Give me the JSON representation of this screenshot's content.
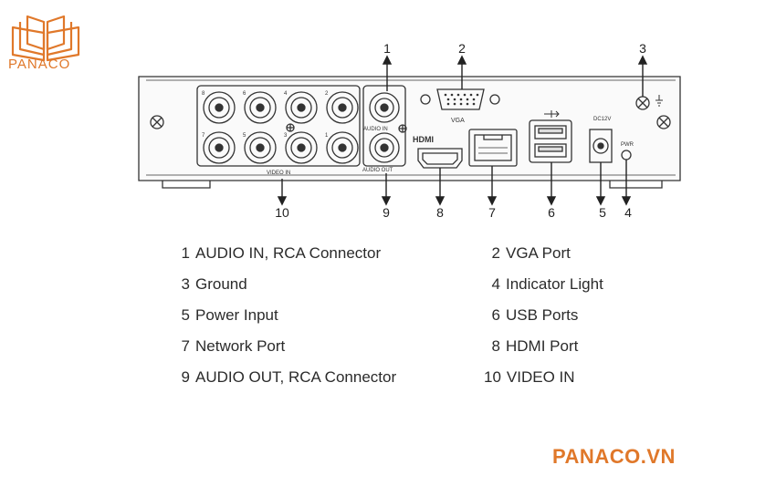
{
  "logo": {
    "text": "PANACO"
  },
  "panel_labels": {
    "audio_in": "AUDIO IN",
    "audio_out": "AUDIO OUT",
    "video_in": "VIDEO IN",
    "vga": "VGA",
    "hdmi": "HDMI",
    "dc12v": "DC12V",
    "pwr": "PWR",
    "bnc_top": [
      "8",
      "6",
      "4",
      "2"
    ],
    "bnc_bottom": [
      "7",
      "5",
      "3",
      "1"
    ]
  },
  "callouts": [
    "1",
    "2",
    "3",
    "10",
    "9",
    "8",
    "7",
    "6",
    "5",
    "4"
  ],
  "legend": [
    {
      "num": "1",
      "text": "AUDIO IN, RCA Connector"
    },
    {
      "num": "2",
      "text": "VGA Port"
    },
    {
      "num": "3",
      "text": "Ground"
    },
    {
      "num": "4",
      "text": "Indicator Light"
    },
    {
      "num": "5",
      "text": "Power Input"
    },
    {
      "num": "6",
      "text": "USB Ports"
    },
    {
      "num": "7",
      "text": "Network Port"
    },
    {
      "num": "8",
      "text": "HDMI Port"
    },
    {
      "num": "9",
      "text": "AUDIO OUT, RCA Connector"
    },
    {
      "num": "10",
      "text": "VIDEO IN"
    }
  ],
  "brand": "PANACO.VN",
  "colors": {
    "accent": "#e0782a",
    "line": "#333333"
  }
}
